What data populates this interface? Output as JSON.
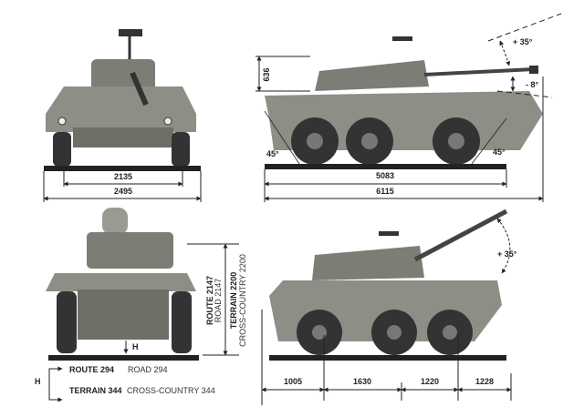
{
  "title": "Armoured car dimension drawing",
  "front_view": {
    "track_width": "2135",
    "overall_width": "2495"
  },
  "side_view": {
    "turret_height": "636",
    "elevation": "+ 35°",
    "depression": "- 8°",
    "approach_angle": "45°",
    "departure_angle": "45°",
    "hull_length": "5083",
    "overall_length": "6115"
  },
  "rear_view": {
    "height_road": "ROUTE 2147",
    "height_road_en": "ROAD 2147",
    "height_terrain": "TERRAIN 2200",
    "height_terrain_en": "CROSS-COUNTRY 2200",
    "clearance_symbol": "H"
  },
  "side_view_elevated": {
    "elevation": "+ 35°",
    "dims": [
      "1005",
      "1630",
      "1220",
      "1228"
    ]
  },
  "clearance_legend": {
    "symbol": "H",
    "route": "ROUTE 294",
    "road": "ROAD 294",
    "terrain": "TERRAIN 344",
    "cross_country": "CROSS-COUNTRY 344"
  },
  "colors": {
    "hull": "#8a8a82",
    "dark": "#3a3a36",
    "line": "#222222"
  }
}
